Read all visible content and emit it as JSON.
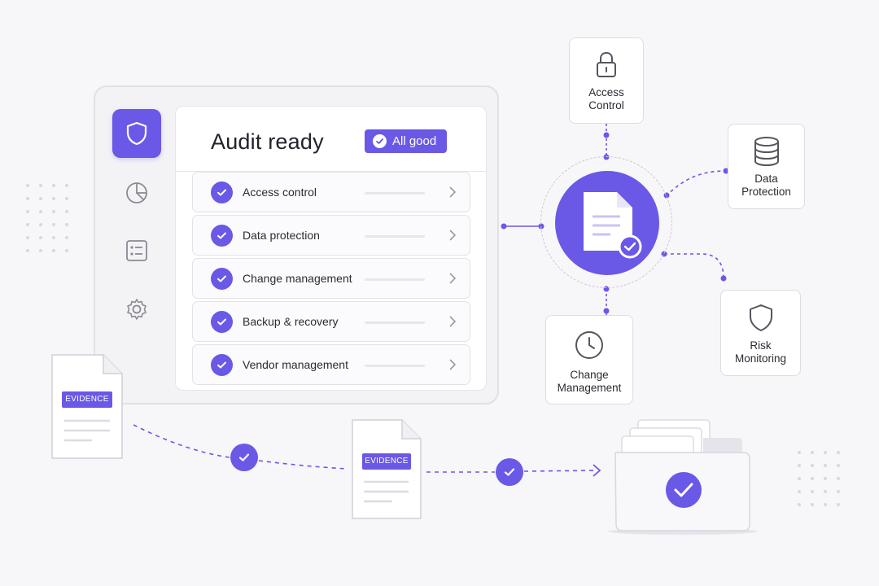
{
  "panel": {
    "sidebar": [
      {
        "icon": "shield-icon",
        "active": true
      },
      {
        "icon": "pie-chart-icon",
        "active": false
      },
      {
        "icon": "checklist-icon",
        "active": false
      },
      {
        "icon": "gear-icon",
        "active": false
      }
    ],
    "title": "Audit ready",
    "badge": "All good",
    "rows": [
      {
        "label": "Access control"
      },
      {
        "label": "Data protection"
      },
      {
        "label": "Change management"
      },
      {
        "label": "Backup & recovery"
      },
      {
        "label": "Vendor management"
      }
    ]
  },
  "diagram": {
    "hub_icon": "document-check-icon",
    "nodes": {
      "access": {
        "line1": "Access",
        "line2": "Control",
        "icon": "lock-icon"
      },
      "data": {
        "line1": "Data",
        "line2": "Protection",
        "icon": "database-icon"
      },
      "risk": {
        "line1": "Risk",
        "line2": "Monitoring",
        "icon": "shield-icon"
      },
      "change": {
        "line1": "Change",
        "line2": "Management",
        "icon": "clock-icon"
      }
    }
  },
  "evidence": {
    "doc1_tag": "EVIDENCE",
    "doc2_tag": "EVIDENCE"
  },
  "colors": {
    "accent": "#6a58e6",
    "border": "#dcdce2",
    "background": "#f7f7fa"
  }
}
